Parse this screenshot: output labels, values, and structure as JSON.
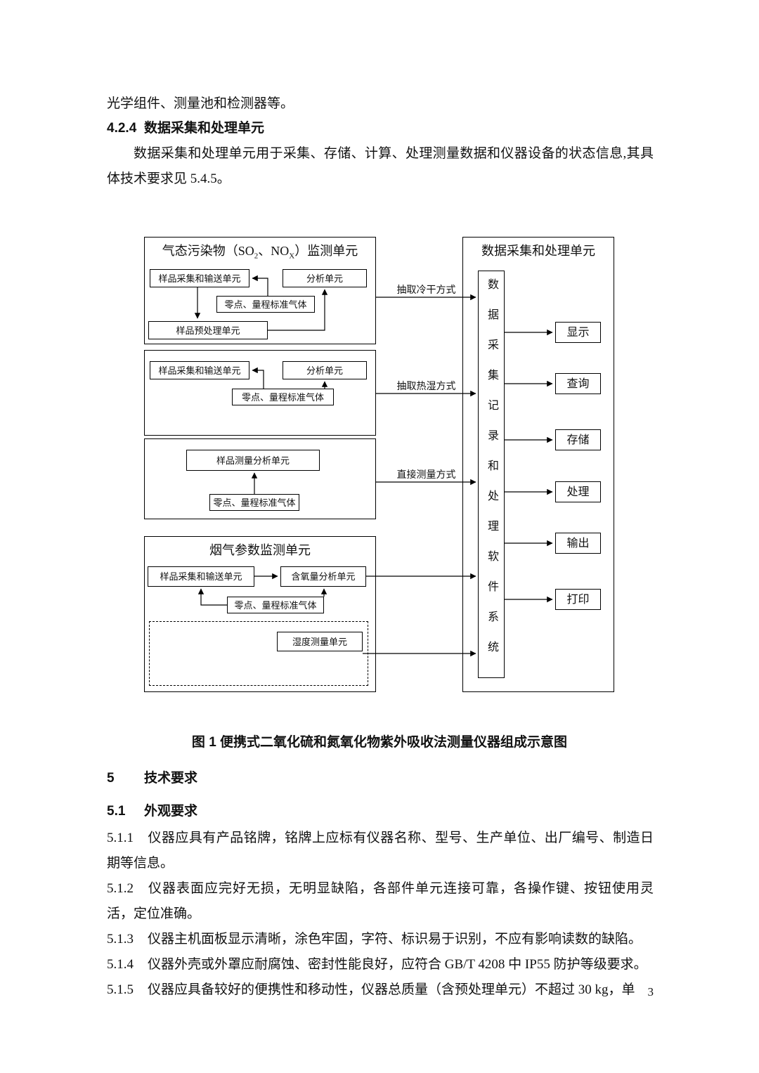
{
  "page_number": "3",
  "text": {
    "intro_line": "光学组件、测量池和检测器等。",
    "h424_num": "4.2.4",
    "h424_title": "数据采集和处理单元",
    "p424": "数据采集和处理单元用于采集、存储、计算、处理测量数据和仪器设备的状态信息,其具体技术要求见 5.4.5。",
    "figure_caption": "图 1 便携式二氧化硫和氮氧化物紫外吸收法测量仪器组成示意图",
    "h5_num": "5",
    "h5_title": "技术要求",
    "h51_num": "5.1",
    "h51_title": "外观要求",
    "items": [
      {
        "num": "5.1.1",
        "body": "仪器应具有产品铭牌，铭牌上应标有仪器名称、型号、生产单位、出厂编号、制造日期等信息。"
      },
      {
        "num": "5.1.2",
        "body": "仪器表面应完好无损，无明显缺陷，各部件单元连接可靠，各操作键、按钮使用灵活，定位准确。"
      },
      {
        "num": "5.1.3",
        "body": "仪器主机面板显示清晰，涂色牢固，字符、标识易于识别，不应有影响读数的缺陷。"
      },
      {
        "num": "5.1.4",
        "body": "仪器外壳或外罩应耐腐蚀、密封性能良好，应符合 GB/T 4208 中 IP55 防护等级要求。"
      },
      {
        "num": "5.1.5",
        "body": "仪器应具备较好的便携性和移动性，仪器总质量（含预处理单元）不超过 30 kg，单"
      }
    ]
  },
  "diagram": {
    "unit1_title": {
      "p1": "气态污染物（SO",
      "sub1": "2",
      "p2": "、NO",
      "sub2": "X",
      "p3": "）监测单元"
    },
    "labels": {
      "sample_collect": "样品采集和输送单元",
      "analysis": "分析单元",
      "zero_span": "零点、量程标准气体",
      "pretreat": "样品预处理单元",
      "sample_measure": "样品测量分析单元",
      "flue_title": "烟气参数监测单元",
      "oxygen": "含氧量分析单元",
      "humidity": "湿度测量单元"
    },
    "methods": {
      "cold_dry": "抽取冷干方式",
      "hot_wet": "抽取热湿方式",
      "direct": "直接测量方式"
    },
    "right": {
      "title": "数据采集和处理单元",
      "software": "数据采集记录和处理软件系统",
      "outputs": [
        "显示",
        "查询",
        "存储",
        "处理",
        "输出",
        "打印"
      ]
    }
  }
}
